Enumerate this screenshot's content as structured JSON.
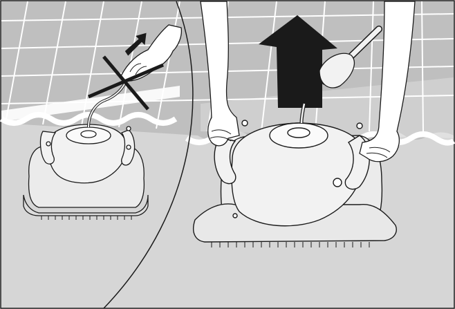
{
  "figure": {
    "panels": [
      {
        "id": "incorrect",
        "mark": "cross",
        "action": "pull-by-cable"
      },
      {
        "id": "correct",
        "mark": "arrow-up",
        "action": "lift-by-handles"
      }
    ]
  },
  "colors": {
    "background": "#ffffff",
    "pool_wall_tile": "#bfbfbf",
    "water_floor": "#d6d6d6",
    "grout_lines": "#ffffff",
    "robot_fill": "#f2f2f2",
    "robot_shadow": "#e3e3e3",
    "outline": "#1a1a1a",
    "arrow": "#1a1a1a",
    "cross": "#1a1a1a"
  }
}
